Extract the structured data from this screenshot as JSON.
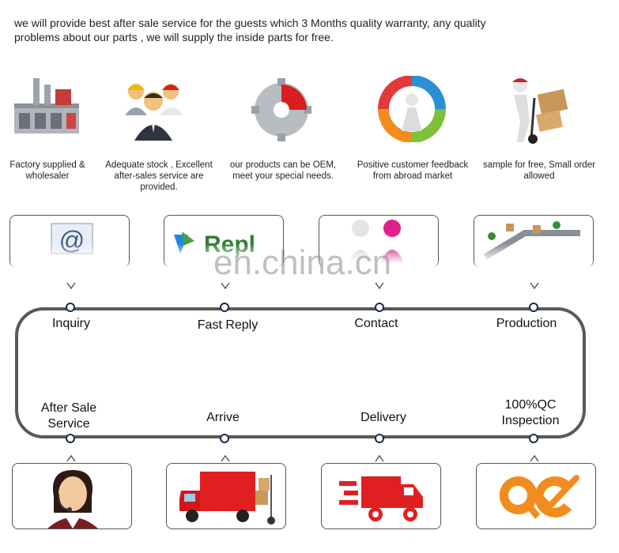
{
  "intro": {
    "line1": "we will provide best after sale service for the guests which 3 Months quality warranty, any quality",
    "line2": "problems about our parts , we will supply the inside parts for free."
  },
  "features": [
    {
      "icon": "factory-icon",
      "line1": "Factory supplied &",
      "line2": "wholesaler",
      "line3": ""
    },
    {
      "icon": "workers-icon",
      "line1": "Adequate stock , Excellent",
      "line2": "after-sales service are",
      "line3": "provided."
    },
    {
      "icon": "puzzle-gear-icon",
      "line1": "our products can be OEM,",
      "line2": "meet your special needs.",
      "line3": ""
    },
    {
      "icon": "feedback-ring-icon",
      "line1": "Positive customer feedback",
      "line2": "from abroad market",
      "line3": ""
    },
    {
      "icon": "hand-truck-icon",
      "line1": "sample for free, Small order",
      "line2": "allowed",
      "line3": ""
    }
  ],
  "top_cards": [
    {
      "icon": "email-at-icon"
    },
    {
      "icon": "reply-logo-icon",
      "fragment": "Repl"
    },
    {
      "icon": "people-icon"
    },
    {
      "icon": "conveyor-icon"
    }
  ],
  "process": {
    "top": [
      "Inquiry",
      "Fast Reply",
      "Contact",
      "Production"
    ],
    "bottom": [
      {
        "line1": "After Sale",
        "line2": "Service"
      },
      {
        "line1": "Arrive",
        "line2": ""
      },
      {
        "line1": "Delivery",
        "line2": ""
      },
      {
        "line1": "100%QC",
        "line2": "Inspection"
      }
    ]
  },
  "bottom_cards": [
    {
      "icon": "support-agent-icon"
    },
    {
      "icon": "truck-icon"
    },
    {
      "icon": "fast-truck-icon"
    },
    {
      "icon": "qc-check-icon",
      "text": "QC"
    }
  ],
  "watermark": "en.china.cn",
  "colors": {
    "track": "#595959",
    "dot": "#1a2b4a",
    "truck_red": "#e02020",
    "qc_orange": "#f28c1e"
  }
}
